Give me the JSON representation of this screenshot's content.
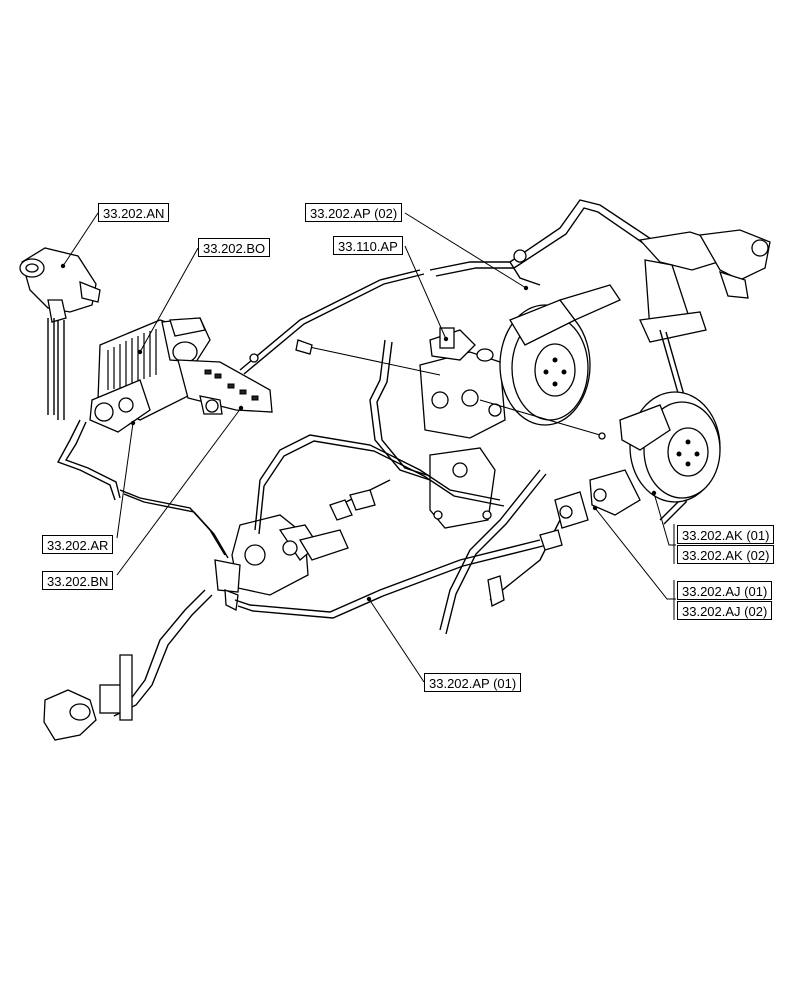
{
  "diagram": {
    "labels": {
      "an": "33.202.AN",
      "bo": "33.202.BO",
      "ap02": "33.202.AP (02)",
      "ap110": "33.110.AP",
      "ar": "33.202.AR",
      "bn": "33.202.BN",
      "ak01": "33.202.AK (01)",
      "ak02": "33.202.AK (02)",
      "aj01": "33.202.AJ (01)",
      "aj02": "33.202.AJ (02)",
      "ap01": "33.202.AP (01)"
    }
  }
}
